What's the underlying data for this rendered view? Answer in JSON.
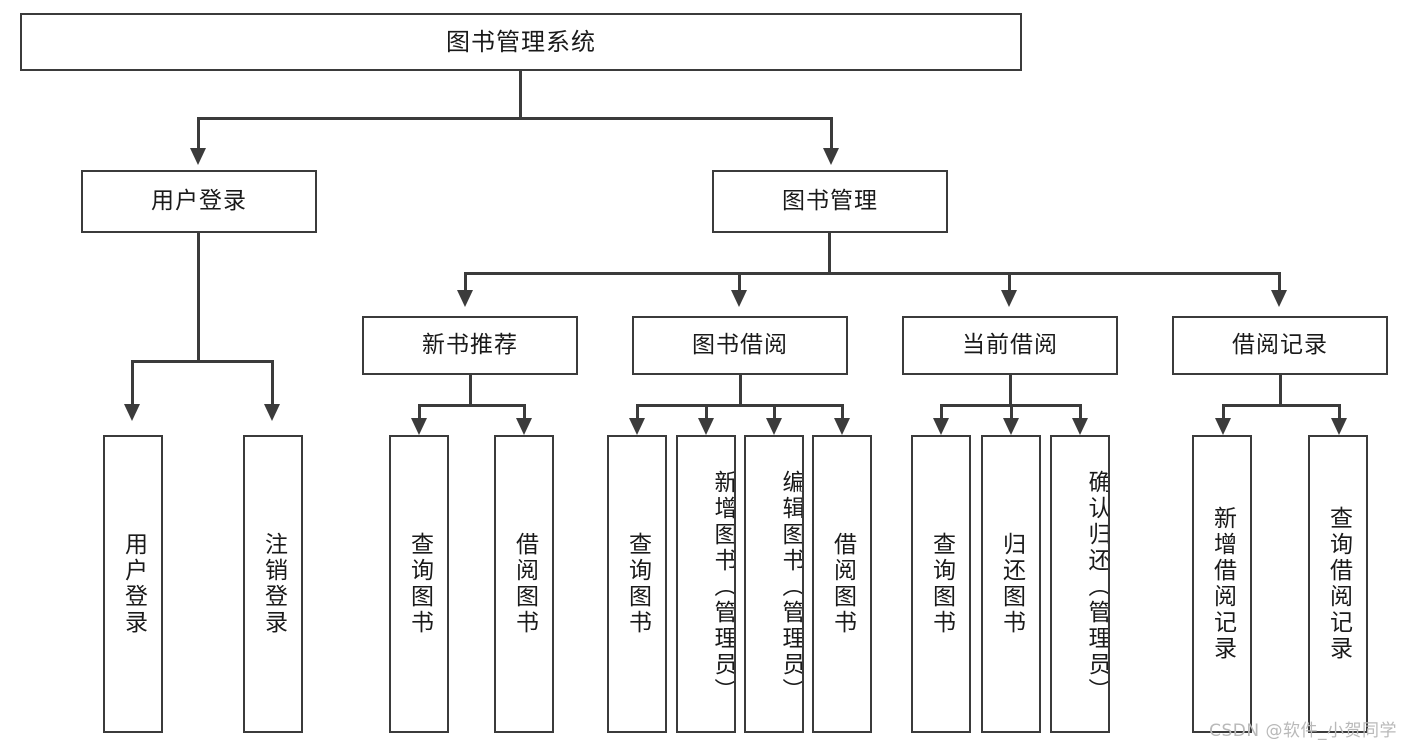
{
  "diagram": {
    "title": "图书管理系统",
    "type": "hierarchy-tree",
    "root": {
      "label": "图书管理系统"
    },
    "level1": [
      {
        "label": "用户登录"
      },
      {
        "label": "图书管理"
      }
    ],
    "level2": [
      {
        "label": "新书推荐"
      },
      {
        "label": "图书借阅"
      },
      {
        "label": "当前借阅"
      },
      {
        "label": "借阅记录"
      }
    ],
    "leaves": [
      {
        "label": "用户登录"
      },
      {
        "label": "注销登录"
      },
      {
        "label": "查询图书"
      },
      {
        "label": "借阅图书"
      },
      {
        "label": "查询图书"
      },
      {
        "label": "新增图书（管理员）"
      },
      {
        "label": "编辑图书（管理员）"
      },
      {
        "label": "借阅图书"
      },
      {
        "label": "查询图书"
      },
      {
        "label": "归还图书"
      },
      {
        "label": "确认归还（管理员）"
      },
      {
        "label": "新增借阅记录"
      },
      {
        "label": "查询借阅记录"
      }
    ],
    "colors": {
      "border": "#3b3b3b",
      "background": "#ffffff",
      "text": "#1a1a1a",
      "watermark": "#b9b9b9"
    }
  },
  "watermark": {
    "text": "CSDN @软件_小贺同学"
  }
}
